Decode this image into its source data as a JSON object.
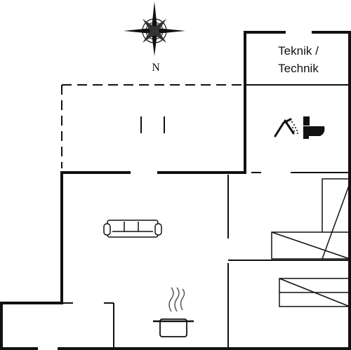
{
  "compass": {
    "north_label": "N"
  },
  "rooms": {
    "technical_room": {
      "label_line1": "Teknik /",
      "label_line2": "Technik"
    }
  },
  "icons": {
    "compass": "compass-rose-icon",
    "shower": "shower-icon",
    "toilet": "toilet-icon",
    "sofa": "sofa-icon",
    "cooking_pot": "cooking-pot-icon"
  },
  "colors": {
    "wall": "#111111",
    "background": "#ffffff"
  }
}
